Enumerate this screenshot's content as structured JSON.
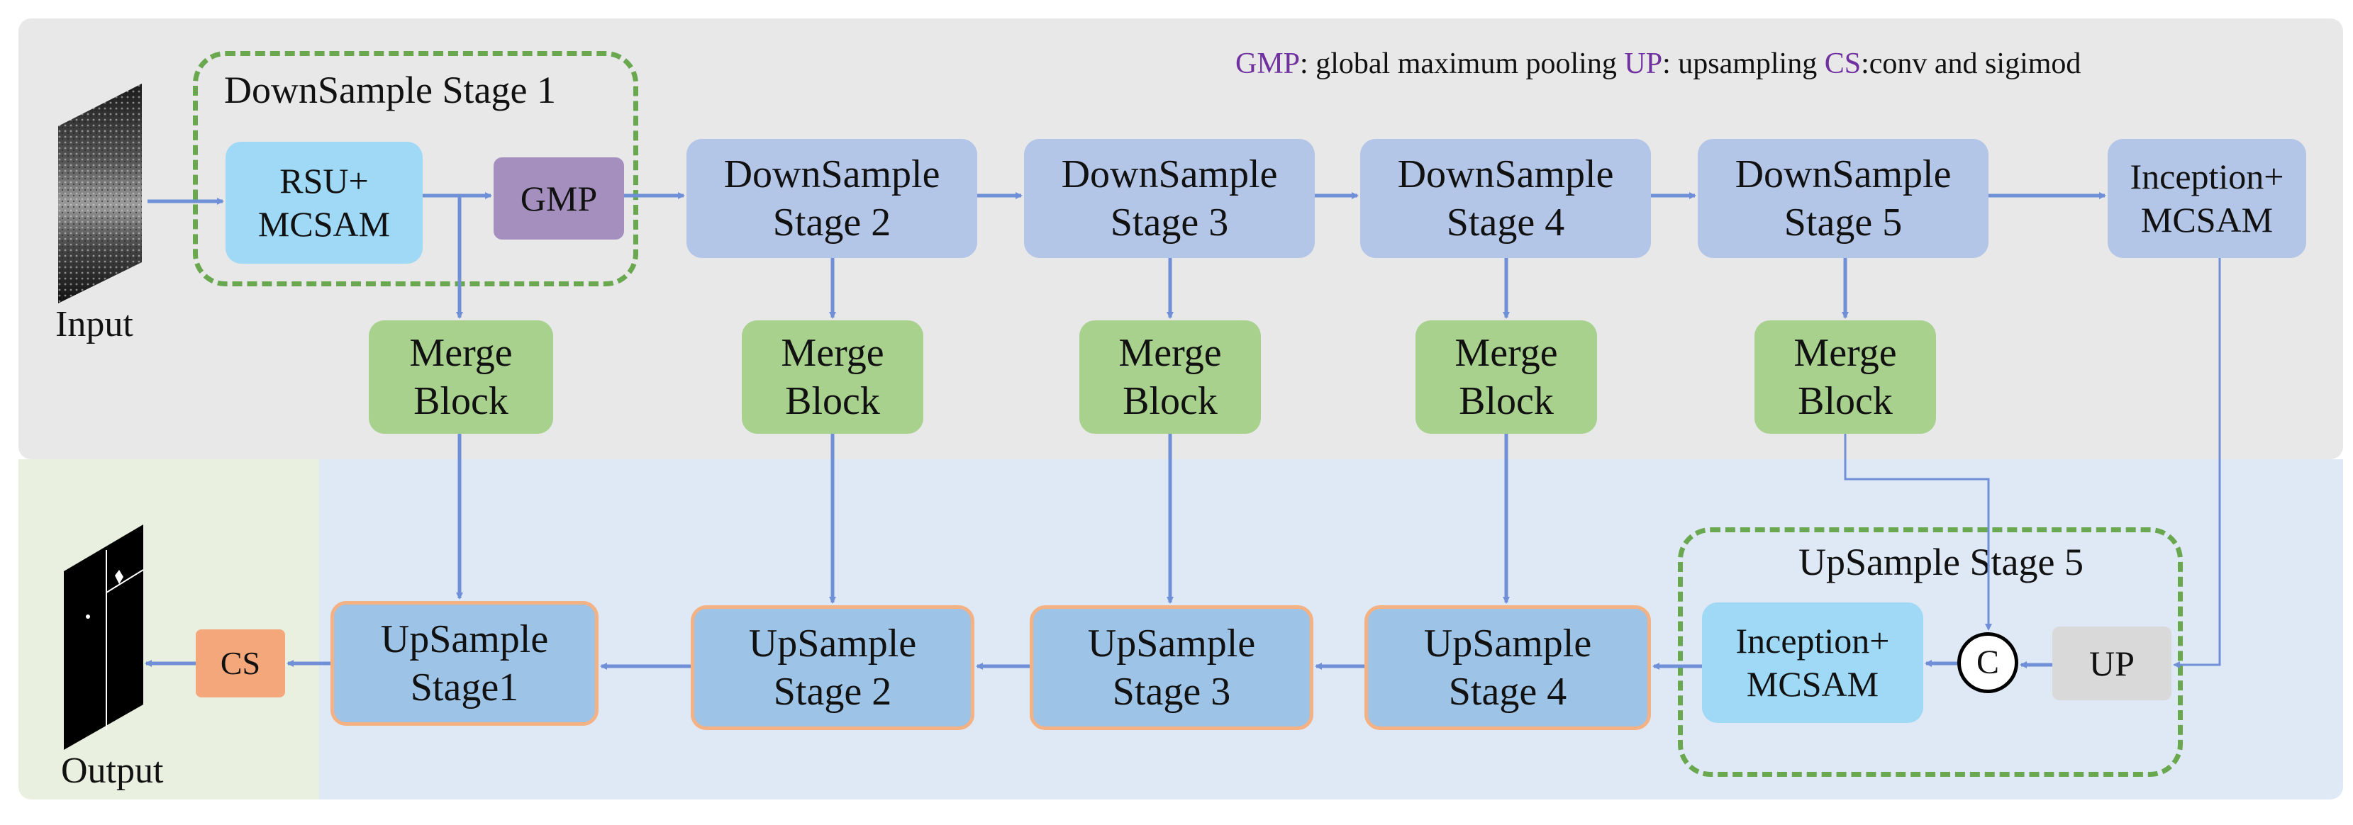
{
  "legend": {
    "gmp_abbr": "GMP",
    "gmp_text": ": global maximum pooling ",
    "up_abbr": "UP",
    "up_text": ": upsampling ",
    "cs_abbr": "CS",
    "cs_text": ":conv and sigimod"
  },
  "labels": {
    "input": "Input",
    "output": "Output"
  },
  "stage1": {
    "title": "DownSample Stage 1",
    "rsu": [
      "RSU+",
      "MCSAM"
    ],
    "gmp": "GMP"
  },
  "down": [
    [
      "DownSample",
      "Stage 2"
    ],
    [
      "DownSample",
      "Stage 3"
    ],
    [
      "DownSample",
      "Stage 4"
    ],
    [
      "DownSample",
      "Stage 5"
    ]
  ],
  "inception_top": [
    "Inception+",
    "MCSAM"
  ],
  "merge": [
    "Merge",
    "Block"
  ],
  "up": [
    [
      "UpSample",
      "Stage1"
    ],
    [
      "UpSample",
      "Stage 2"
    ],
    [
      "UpSample",
      "Stage 3"
    ],
    [
      "UpSample",
      "Stage 4"
    ]
  ],
  "stage5": {
    "title": "UpSample Stage 5",
    "inception": [
      "Inception+",
      "MCSAM"
    ],
    "concat": "C",
    "up": "UP"
  },
  "cs": "CS",
  "colors": {
    "top_panel": "#e8e8e8",
    "bottom_panel": "#dfe9f5",
    "output_panel": "#e9f0df",
    "down_block": "#b4c6e7",
    "merge_block": "#a9d18e",
    "up_block": "#9dc3e6",
    "rsu_block": "#9fd9f6",
    "gmp_block": "#a48fbf",
    "cs_block": "#f4a77a",
    "up_op": "#d9d9d9",
    "arrow": "#6f8fd6",
    "dash": "#6aa84f",
    "legend_accent": "#7030a0"
  }
}
